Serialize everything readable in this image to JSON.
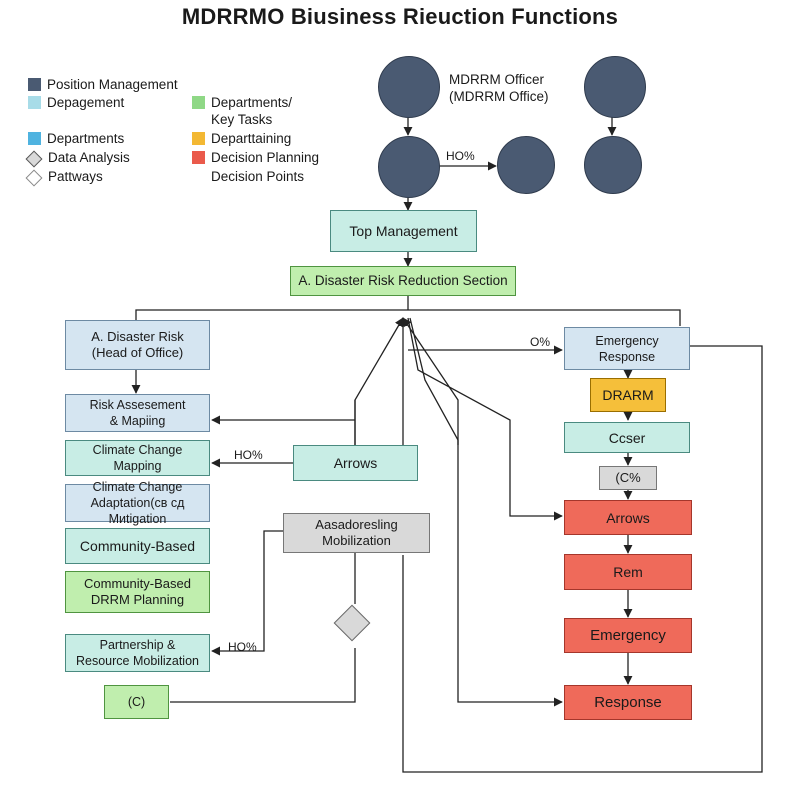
{
  "title": "MDRRMO Biusiness Rieuction Functions",
  "legend": {
    "col1": [
      {
        "label": "Position Management",
        "color": "#4a5a72",
        "shape": "square",
        "icon": "square-swatch"
      },
      {
        "label": "Depagement",
        "color": "#a8dce8",
        "shape": "square",
        "icon": "square-swatch"
      },
      {
        "label": "Departments",
        "color": "#4fb3e0",
        "shape": "square",
        "icon": "square-swatch"
      },
      {
        "label": "Data Analysis",
        "color": "#d9d9d9",
        "shape": "diamond",
        "icon": "diamond-swatch"
      },
      {
        "label": "Pattways",
        "color": "#ffffff",
        "shape": "diamond",
        "icon": "diamond-swatch"
      }
    ],
    "col2": [
      {
        "label": "Departments/",
        "label2": "Key Tasks",
        "color": "#8fd886",
        "shape": "square",
        "icon": "square-swatch"
      },
      {
        "label": "Departtaining",
        "color": "#f3b833",
        "shape": "square",
        "icon": "square-swatch"
      },
      {
        "label": "Decision Planning",
        "color": "#ea5a4b",
        "shape": "square",
        "icon": "square-swatch"
      },
      {
        "label": "Decision Points",
        "color": "",
        "shape": "none",
        "icon": ""
      }
    ]
  },
  "officer_label": {
    "line1": "MDRRM Officer",
    "line2": "(MDRRM Office)"
  },
  "node_color": "#4a5a72",
  "edge_labels": {
    "circles": "HO%",
    "emergency_in": "O%",
    "arrows_left": "HO%",
    "partnership": "HO%"
  },
  "nodes": {
    "top_management": "Top Management",
    "drr_section": "A. Disaster Risk Reduction Section",
    "disaster_risk": {
      "line1": "A. Disaster Risk",
      "line2": "(Head of Office)"
    },
    "risk_assessment": {
      "line1": "Risk Assesement",
      "line2": "& Mapiing"
    },
    "climate_mapping": {
      "line1": "Climate Change",
      "line2": "Mapping"
    },
    "climate_adaptation": {
      "line1": "Climate Change",
      "line2": "Adaptation(св сд Миtigation"
    },
    "community_based": "Community-Based",
    "community_drrm": {
      "line1": "Community-Based",
      "line2": "DRRM Planning"
    },
    "partnership": {
      "line1": "Partnership &",
      "line2": "Resource Mobilization"
    },
    "c_box": "(C)",
    "arrows_center": "Arrows",
    "mobilization": {
      "line1": "Aasadoresling",
      "line2": "Mobilization"
    },
    "emergency_response": {
      "line1": "Emergency",
      "line2": "Response"
    },
    "drarm": "DRARM",
    "ccser": "Ccser",
    "c_pct": "(C%",
    "arrows_right": "Arrows",
    "rem": "Rem",
    "emergency": "Emergency",
    "response": "Response"
  }
}
